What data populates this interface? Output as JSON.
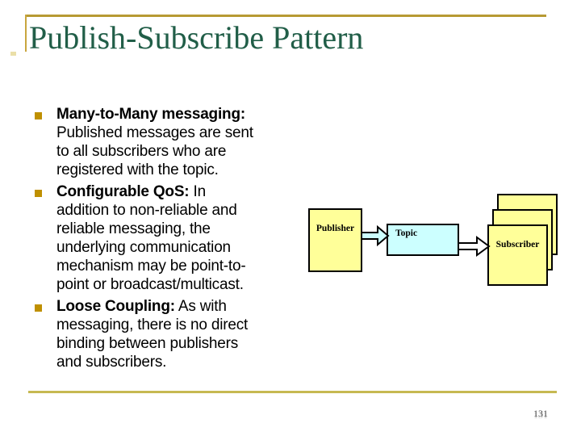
{
  "slide": {
    "title": "Publish-Subscribe Pattern",
    "page_number": "131"
  },
  "bullets": [
    {
      "lead": "Many-to-Many messaging:",
      "rest": "\nPublished messages are sent\nto all subscribers who are\nregistered with the topic."
    },
    {
      "lead": "Configurable QoS:",
      "rest": " In\naddition to non-reliable and\nreliable messaging, the\nunderlying communication\nmechanism may be point-to-\npoint or broadcast/multicast."
    },
    {
      "lead": "Loose Coupling:",
      "rest": " As with\nmessaging, there is no direct\nbinding between publishers\nand subscribers."
    }
  ],
  "diagram": {
    "publisher_label": "Publisher",
    "topic_label": "Topic",
    "subscriber_label": "Subscriber"
  },
  "colors": {
    "title_green": "#215E48",
    "top_rule_gold": "#B79A33",
    "bottom_rule_gold": "#C6B952",
    "bullet_gold": "#BF9000",
    "box_yellow": "#FFFF99",
    "box_cyan": "#CCFFFF",
    "arrow_fill_left": "#CCFFFF",
    "arrow_fill_right": "#FFFFFF"
  }
}
